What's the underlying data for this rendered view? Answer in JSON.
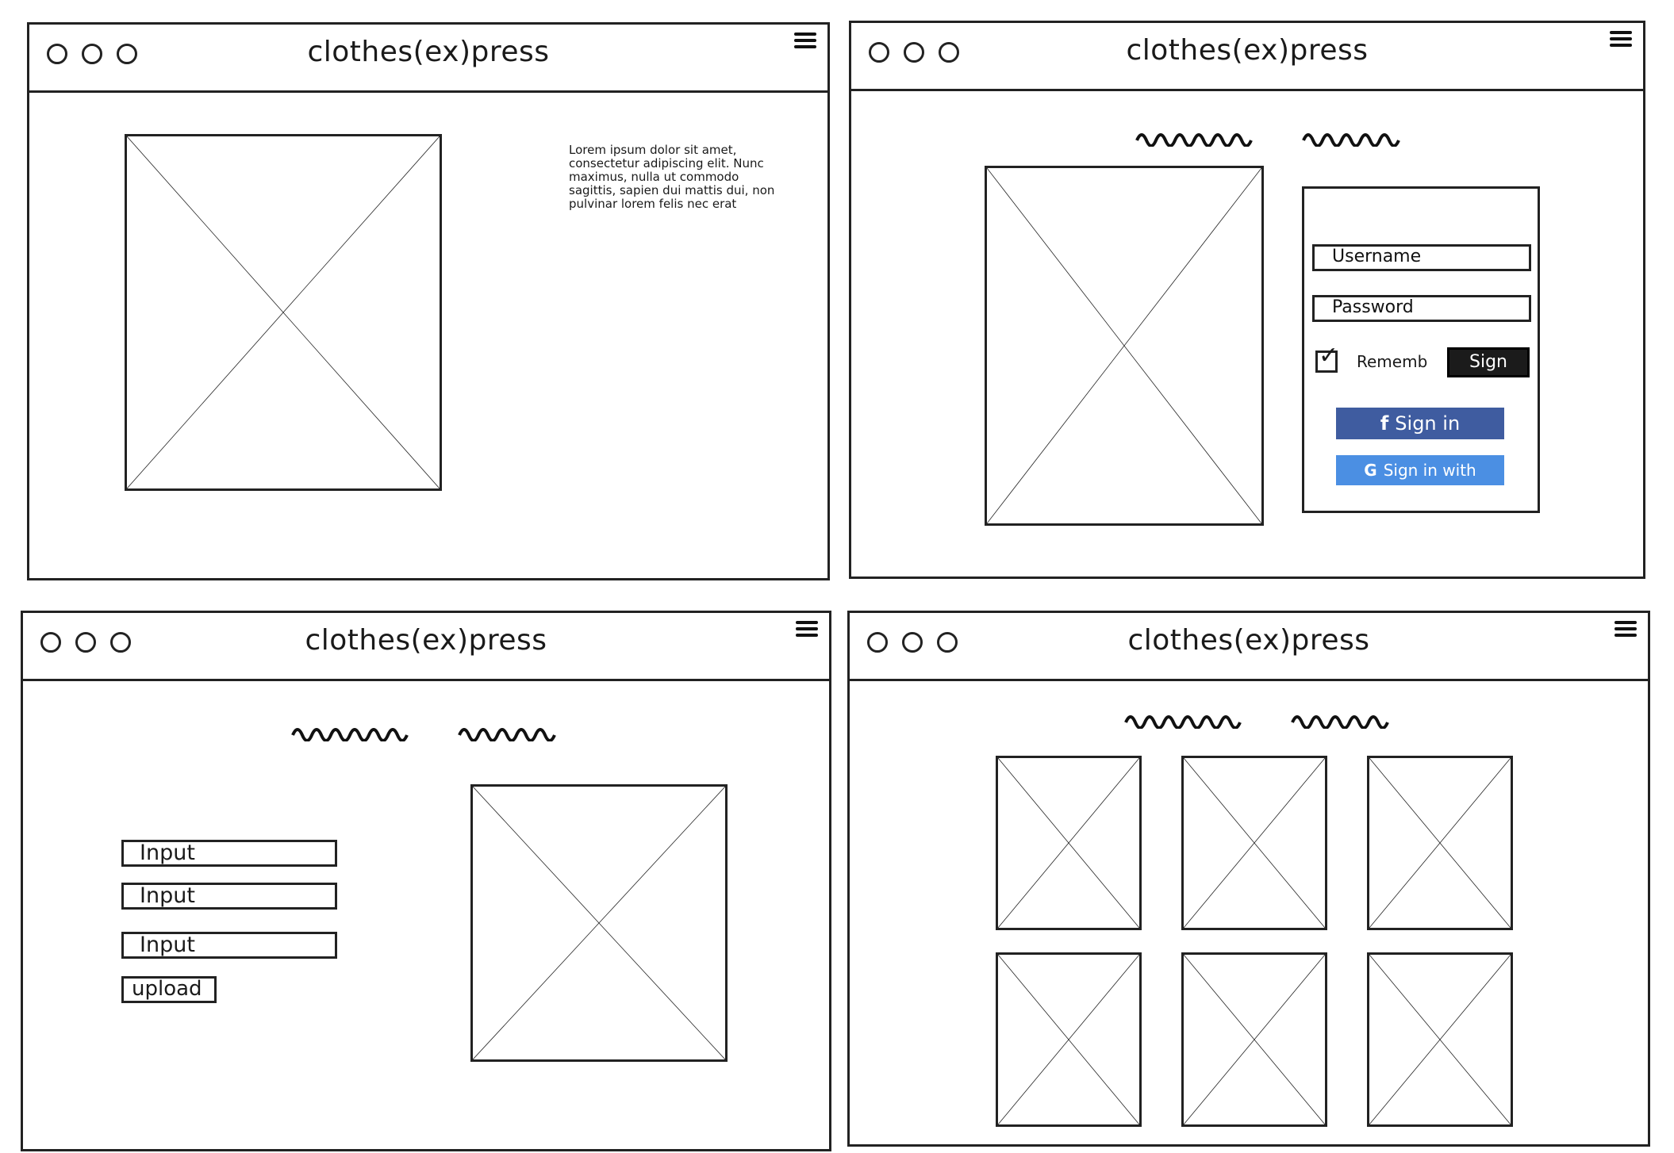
{
  "app_title": "clothes(ex)press",
  "windows": [
    {
      "id": "product-detail",
      "title": "clothes(ex)press",
      "description_text": "Lorem ipsum dolor sit amet, consectetur adipiscing elit. Nunc maximus, nulla ut commodo sagittis, sapien dui mattis dui, non pulvinar lorem felis nec erat"
    },
    {
      "id": "login",
      "title": "clothes(ex)press",
      "username_placeholder": "Username",
      "password_placeholder": "Password",
      "remember_label": "Rememb",
      "sign_button_label": "Sign",
      "facebook_label": "Sign in",
      "facebook_icon": "f",
      "google_label": "Sign in with",
      "google_icon": "G"
    },
    {
      "id": "upload",
      "title": "clothes(ex)press",
      "inputs": [
        "Input",
        "Input",
        "Input"
      ],
      "upload_label": "upload"
    },
    {
      "id": "gallery",
      "title": "clothes(ex)press"
    }
  ],
  "colors": {
    "facebook": "#3f5ca0",
    "google": "#4b8fe3",
    "sign_button": "#1b1b1b",
    "stroke": "#222222"
  },
  "icons": [
    "window-dot-icon",
    "hamburger-menu-icon",
    "image-placeholder-icon",
    "checkbox-checked-icon",
    "facebook-icon",
    "google-icon"
  ]
}
